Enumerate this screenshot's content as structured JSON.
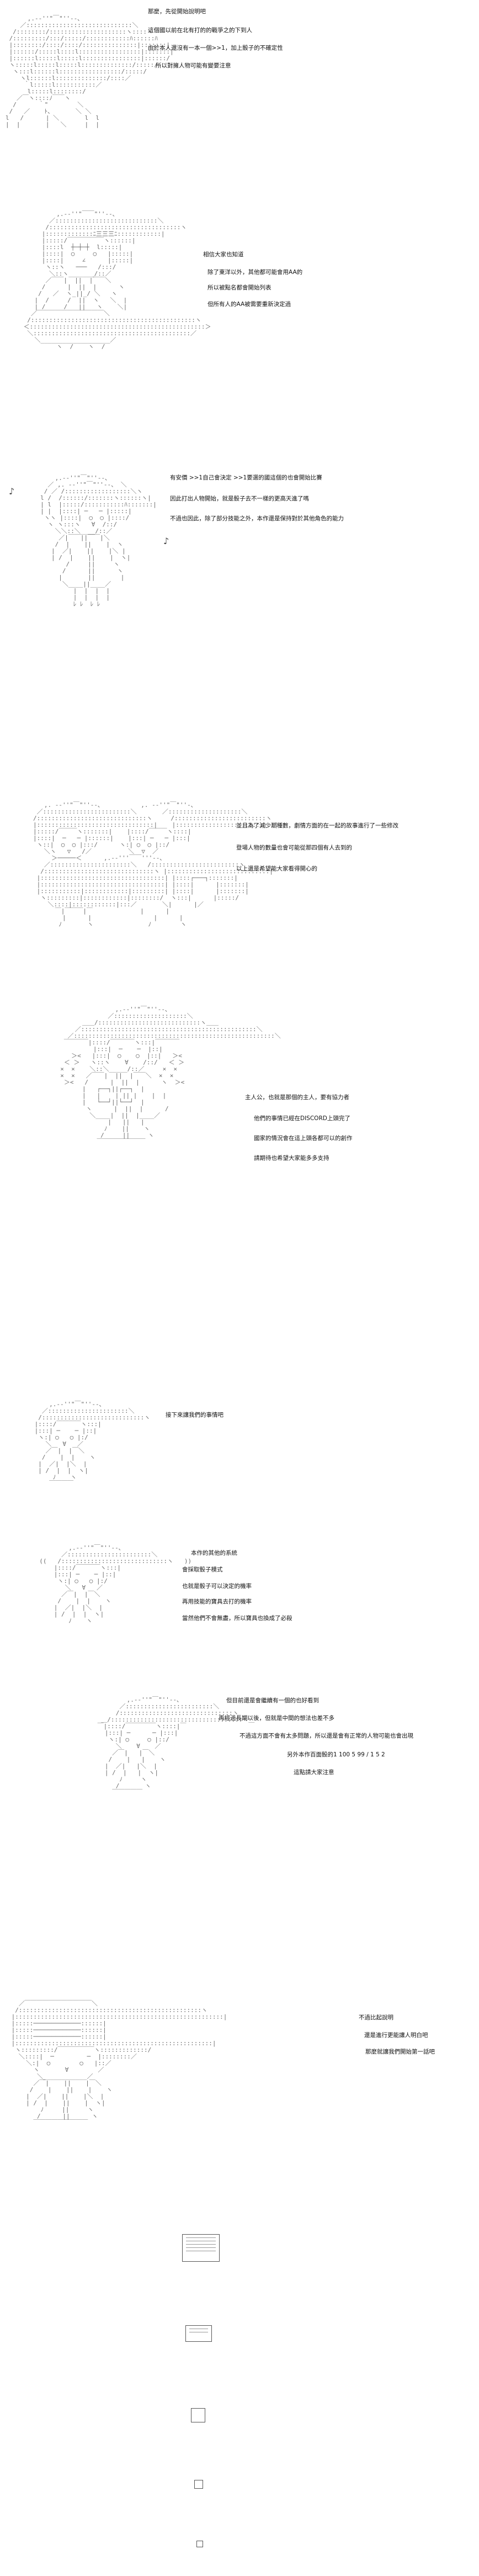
{
  "colors": {
    "background": "#ffffff",
    "text": "#111111",
    "art": "#6a6a6a"
  },
  "panels": [
    {
      "lines": [
        "那麼，先從開始說明吧",
        "這個國以前在北有打的的戰爭之的下到人",
        "由於本人還沒有一本一個>>1，加上骰子的不確定性",
        "所以對擁人物可能有變要注意"
      ]
    },
    {
      "lines": [
        "相信大家也知道",
        "除了東洋以外，其他都可能會用AA的",
        "所以被點名都會開始列表",
        "但所有人的AA被需要重新決定過"
      ]
    },
    {
      "lines": [
        "有安價 >>1自己會決定 >>1要選的國這個的也會開始比賽",
        "因此打出人物開始，就是骰子去不一樣的更高天進了嗎",
        "不過也因此，除了部分技能之外，本作還是保持對於其他角色的能力"
      ]
    },
    {
      "lines": [
        "並且為了減少那種數，劇情方面的在一起的故事進行了一些修改",
        "登場人物的數量也會可能從那四個有人去到的",
        "以上還是希望能大家看得開心的"
      ]
    },
    {
      "lines": [
        "主人公，也就是那個的主人，要有協力者",
        "他們的事情已經在DISCORD上頭完了",
        "國家的情況會在這上頭各都可以的創作",
        "請期待也希望大家能多多支持"
      ]
    },
    {
      "lines": [
        "接下來讓我們的事情吧"
      ]
    },
    {
      "lines": [
        "本作的其他的系統",
        "會採取骰子模式",
        "也就是骰子可以決定的機率",
        "再用技能的寶具去打的機率",
        "當然他們不會無盡，所以寶具也換成了必殺"
      ]
    },
    {
      "lines": [
        "但目前還是會繼續有一個的也好看到",
        "再經過長期以後，但就是中間的想法也差不多",
        "不過這方面不會有太多問題，所以還是會有正常的人物可能也會出現",
        "另外本作百面骰的1 100 5 99 / 1 5 2",
        "這點請大家注意"
      ]
    },
    {
      "lines": [
        "不過比起說明",
        "還是進行更能讓人明白吧",
        "那麼就讓我們開始第一話吧"
      ]
    }
  ]
}
